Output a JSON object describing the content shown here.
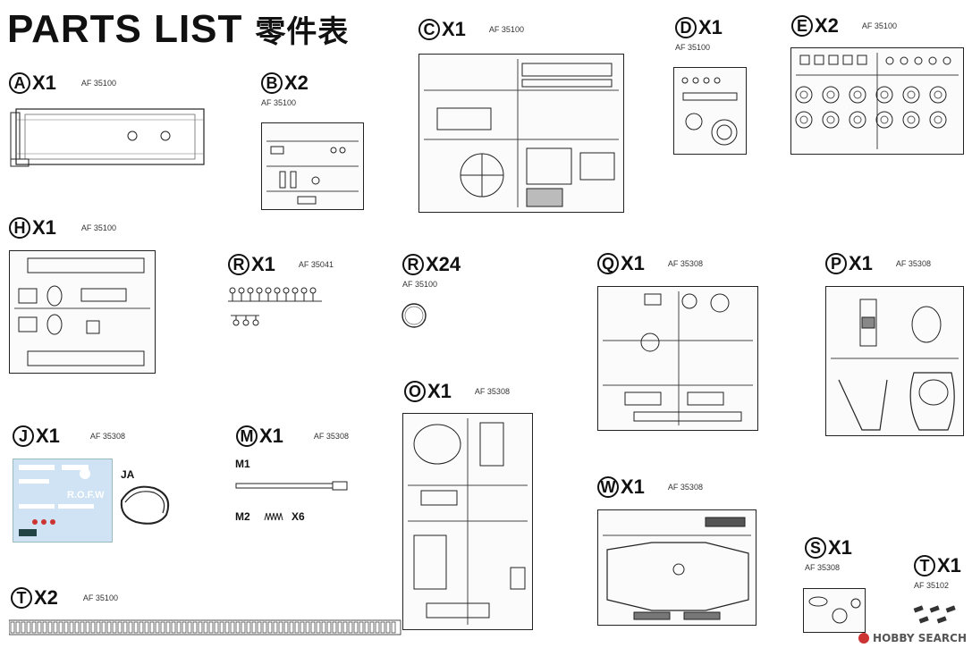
{
  "title": {
    "main": "PARTS  LIST",
    "cn": "零件表"
  },
  "parts": {
    "A": {
      "letter": "A",
      "qty": "X1",
      "code": "AF 35100"
    },
    "B": {
      "letter": "B",
      "qty": "X2",
      "code": "AF 35100"
    },
    "C": {
      "letter": "C",
      "qty": "X1",
      "code": "AF 35100"
    },
    "D": {
      "letter": "D",
      "qty": "X1",
      "code": "AF 35100"
    },
    "E": {
      "letter": "E",
      "qty": "X2",
      "code": "AF 35100"
    },
    "H": {
      "letter": "H",
      "qty": "X1",
      "code": "AF 35100"
    },
    "R1": {
      "letter": "R",
      "qty": "X1",
      "code": "AF 35041"
    },
    "R24": {
      "letter": "R",
      "qty": "X24",
      "code": "AF 35100"
    },
    "Q": {
      "letter": "Q",
      "qty": "X1",
      "code": "AF 35308"
    },
    "P": {
      "letter": "P",
      "qty": "X1",
      "code": "AF 35308"
    },
    "O": {
      "letter": "O",
      "qty": "X1",
      "code": "AF 35308"
    },
    "J": {
      "letter": "J",
      "qty": "X1",
      "code": "AF 35308",
      "sub": "JA"
    },
    "M": {
      "letter": "M",
      "qty": "X1",
      "code": "AF 35308",
      "m1": "M1",
      "m2": "M2",
      "m2qty": "X6"
    },
    "W": {
      "letter": "W",
      "qty": "X1",
      "code": "AF 35308"
    },
    "S": {
      "letter": "S",
      "qty": "X1",
      "code": "AF 35308"
    },
    "T2": {
      "letter": "T",
      "qty": "X2",
      "code": "AF 35100"
    },
    "T1": {
      "letter": "T",
      "qty": "X1",
      "code": "AF 35102"
    }
  },
  "decal": {
    "brand": "R.O.F.W"
  },
  "watermark": {
    "text": "HOBBY SEARCH"
  }
}
